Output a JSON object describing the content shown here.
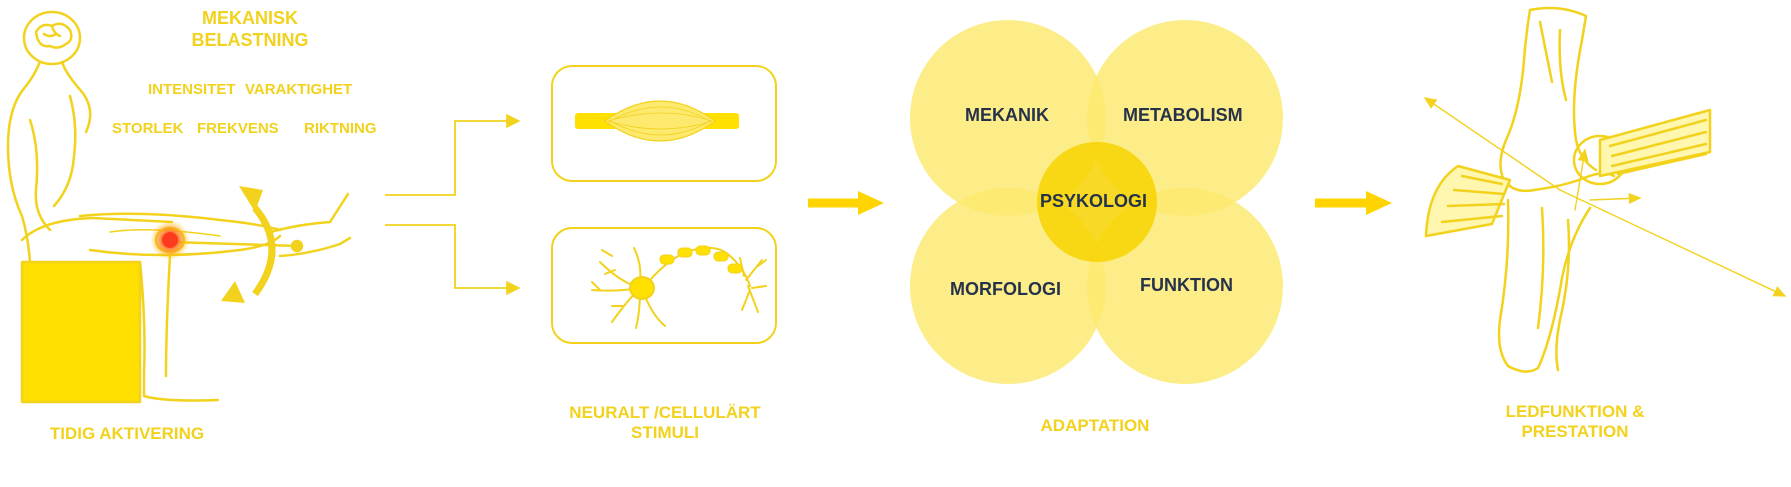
{
  "load": {
    "title_line1": "MEKANISK",
    "title_line2": "BELASTNING",
    "params": [
      "INTENSITET",
      "VARAKTIGHET",
      "STORLEK",
      "FREKVENS",
      "RIKTNING"
    ]
  },
  "stages": {
    "early_activation": "TIDIG AKTIVERING",
    "stimuli_line1": "NEURALT /CELLULÄRT",
    "stimuli_line2": "STIMULI",
    "adaptation": "ADAPTATION",
    "outcome_line1": "LEDFUNKTION &",
    "outcome_line2": "PRESTATION"
  },
  "venn": {
    "top_left": "MEKANIK",
    "top_right": "METABOLISM",
    "bottom_left": "MORFOLOGI",
    "bottom_right": "FUNKTION",
    "center": "PSYKOLOGI"
  },
  "colors": {
    "accent": "#f2d21c",
    "circle_fill": "#fde96e",
    "center_fill": "#f7d300",
    "hotspot": "#ff3b1f",
    "text_dark": "#26324a"
  },
  "icons": [
    "seated-person-knee-extension-icon",
    "muscle-fiber-icon",
    "neuron-icon",
    "knee-joint-icon"
  ]
}
